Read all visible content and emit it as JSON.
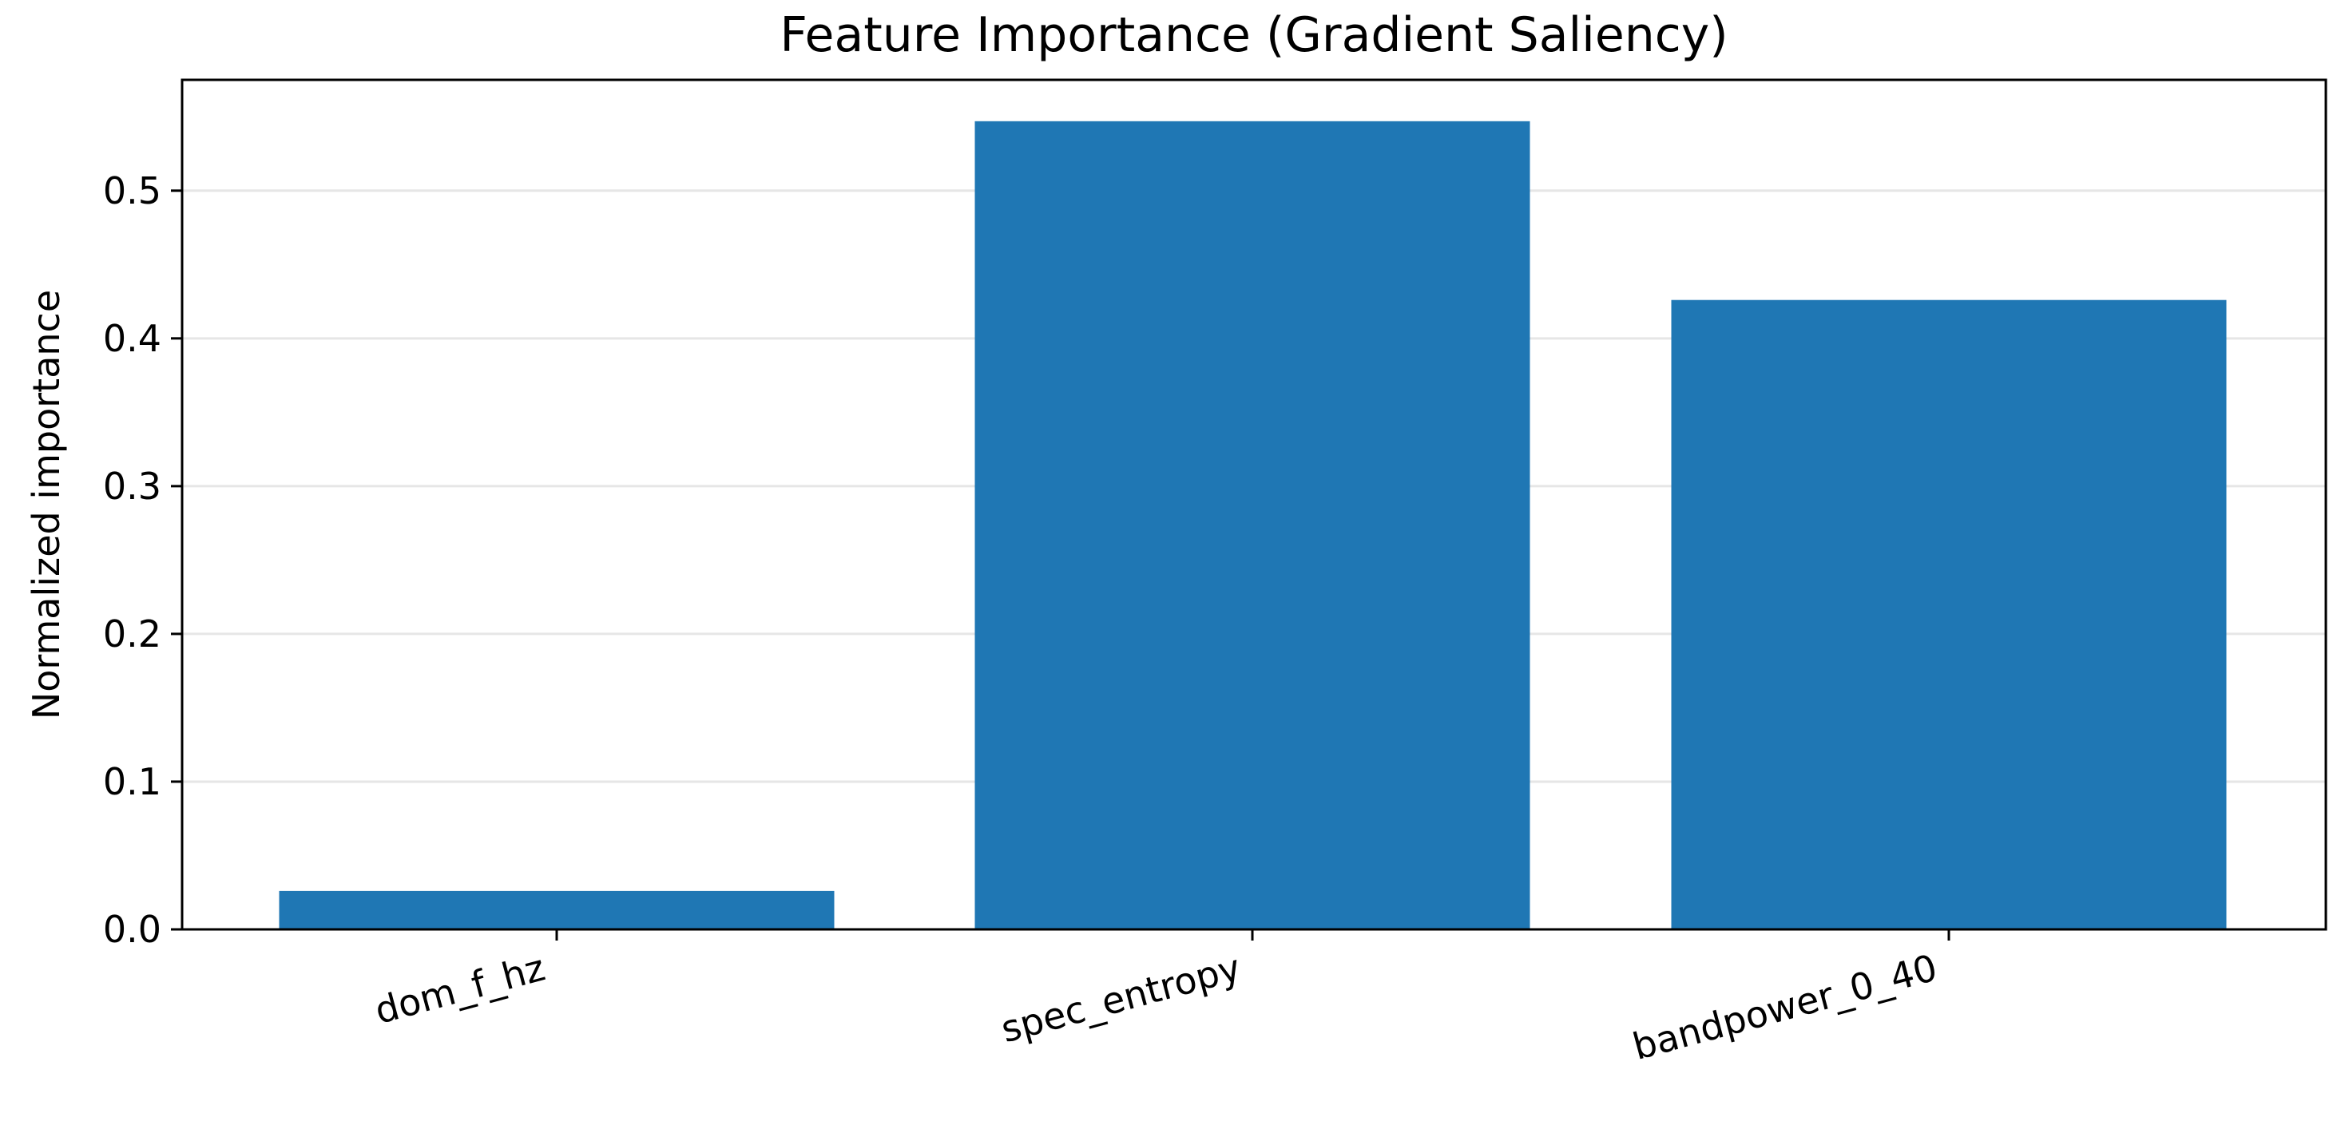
{
  "colors": {
    "bar": "#1f77b4",
    "grid": "#e6e6e6",
    "axis": "#000000",
    "background": "#ffffff"
  },
  "chart_data": {
    "type": "bar",
    "title": "Feature Importance (Gradient Saliency)",
    "xlabel": "",
    "ylabel": "Normalized importance",
    "categories": [
      "dom_f_hz",
      "spec_entropy",
      "bandpower_0_40"
    ],
    "values": [
      0.026,
      0.547,
      0.426
    ],
    "ylim": [
      0,
      0.575
    ],
    "yticks": [
      0.0,
      0.1,
      0.2,
      0.3,
      0.4,
      0.5
    ],
    "ytick_labels": [
      "0.0",
      "0.1",
      "0.2",
      "0.3",
      "0.4",
      "0.5"
    ],
    "grid": "horizontal",
    "xtick_rotation": "rotated"
  }
}
